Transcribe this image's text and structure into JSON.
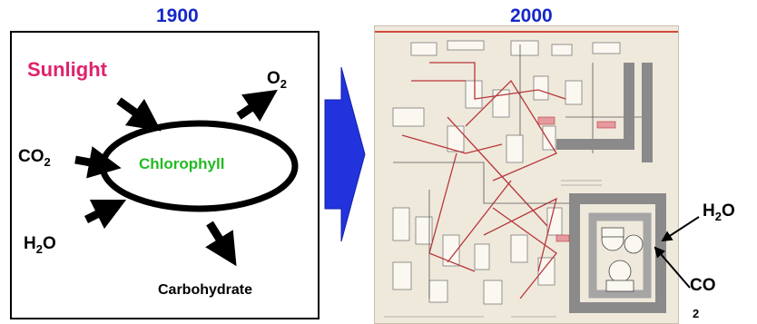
{
  "left": {
    "year": "1900",
    "center": "Chlorophyll",
    "sunlight": "Sunlight",
    "o2": {
      "base": "O",
      "sub": "2"
    },
    "co2": {
      "base": "CO",
      "sub": "2"
    },
    "h2o": {
      "base": "H",
      "sub": "2",
      "tail": "O"
    },
    "product": "Carbohydrate"
  },
  "right": {
    "year": "2000",
    "h2o": {
      "base": "H",
      "sub": "2",
      "tail": "O"
    },
    "co2": {
      "base": "CO",
      "sub": "2"
    }
  },
  "colors": {
    "year": "#1428c8",
    "sunlight": "#e0226e",
    "chlorophyll": "#22bb22",
    "arrow_big": "#2233dd"
  }
}
